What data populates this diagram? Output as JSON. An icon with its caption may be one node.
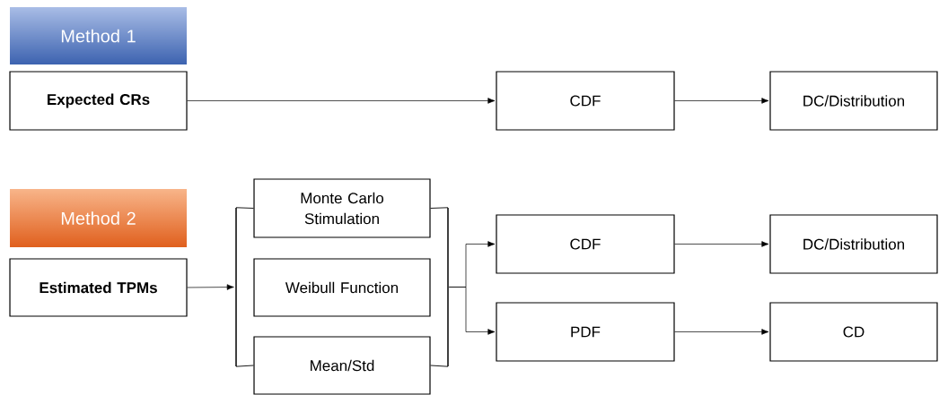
{
  "diagram": {
    "nodes": [
      {
        "text": [
          "Method 1"
        ]
      },
      {
        "text": [
          "Expected CRs"
        ]
      },
      {
        "text": [
          "CDF"
        ]
      },
      {
        "text": [
          "DC/Distribution"
        ]
      },
      {
        "text": [
          "Method 2"
        ]
      },
      {
        "text": [
          "Estimated TPMs"
        ]
      },
      {
        "text": [],
        "shape": "bar"
      },
      {
        "text": [
          "Monte Carlo Stimulation"
        ]
      },
      {
        "text": [
          "Weibull Function"
        ]
      },
      {
        "text": [
          "Mean/Std"
        ]
      },
      {
        "text": [],
        "shape": "bar"
      },
      {
        "text": [
          "CDF"
        ]
      },
      {
        "text": [
          "DC/Distribution"
        ]
      },
      {
        "text": [
          "PDF"
        ]
      },
      {
        "text": [
          "CD"
        ]
      }
    ],
    "edges": [
      {
        "from": 1,
        "to": 2,
        "arrow": "to"
      },
      {
        "from": 2,
        "to": 3,
        "arrow": "to"
      },
      {
        "from": 5,
        "to": 6,
        "arrow": "to"
      },
      {
        "from": 6,
        "to": 7,
        "arrow": "none"
      },
      {
        "from": 6,
        "to": 9,
        "arrow": "none"
      },
      {
        "from": 7,
        "to": 10,
        "arrow": "none"
      },
      {
        "from": 9,
        "to": 10,
        "arrow": "none"
      },
      {
        "from": 10,
        "to": 11,
        "arrow": "to"
      },
      {
        "from": 10,
        "to": 13,
        "arrow": "to"
      },
      {
        "from": 11,
        "to": 12,
        "arrow": "to"
      },
      {
        "from": 13,
        "to": 14,
        "arrow": "to"
      }
    ]
  }
}
